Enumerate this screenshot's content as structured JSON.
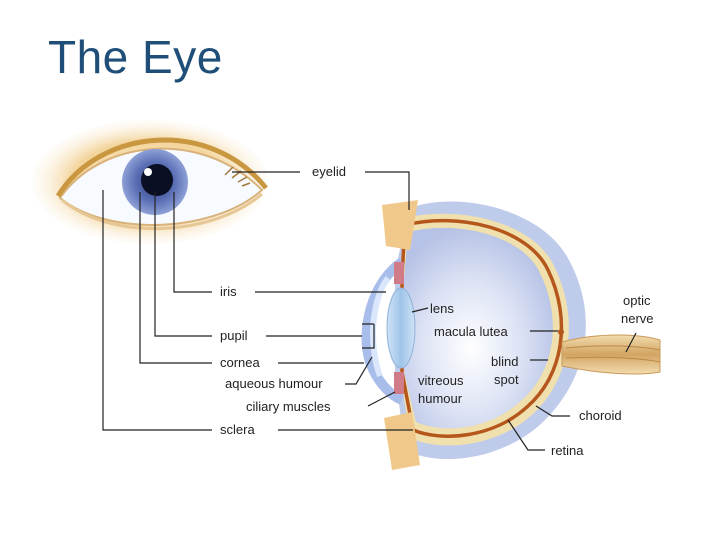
{
  "title": "The Eye",
  "labels": {
    "eyelid": "eyelid",
    "iris": "iris",
    "lens": "lens",
    "pupil": "pupil",
    "macula_lutea": "macula lutea",
    "cornea": "cornea",
    "blind_spot_line1": "blind",
    "blind_spot_line2": "spot",
    "aqueous_humour": "aqueous humour",
    "vitreous_humour_line1": "vitreous",
    "vitreous_humour_line2": "humour",
    "ciliary_muscles": "ciliary muscles",
    "choroid": "choroid",
    "sclera": "sclera",
    "retina": "retina",
    "optic_nerve_line1": "optic",
    "optic_nerve_line2": "nerve"
  },
  "colors": {
    "title": "#1f4e79",
    "skin": "#f0c98a",
    "iris": "#5b6fb5",
    "sclera_blue": "#b9c8ea",
    "vitreous": "#d4dcf2",
    "choroid": "#b8561c",
    "retina": "#f2e2b0",
    "nerve": "#d9b57a"
  }
}
